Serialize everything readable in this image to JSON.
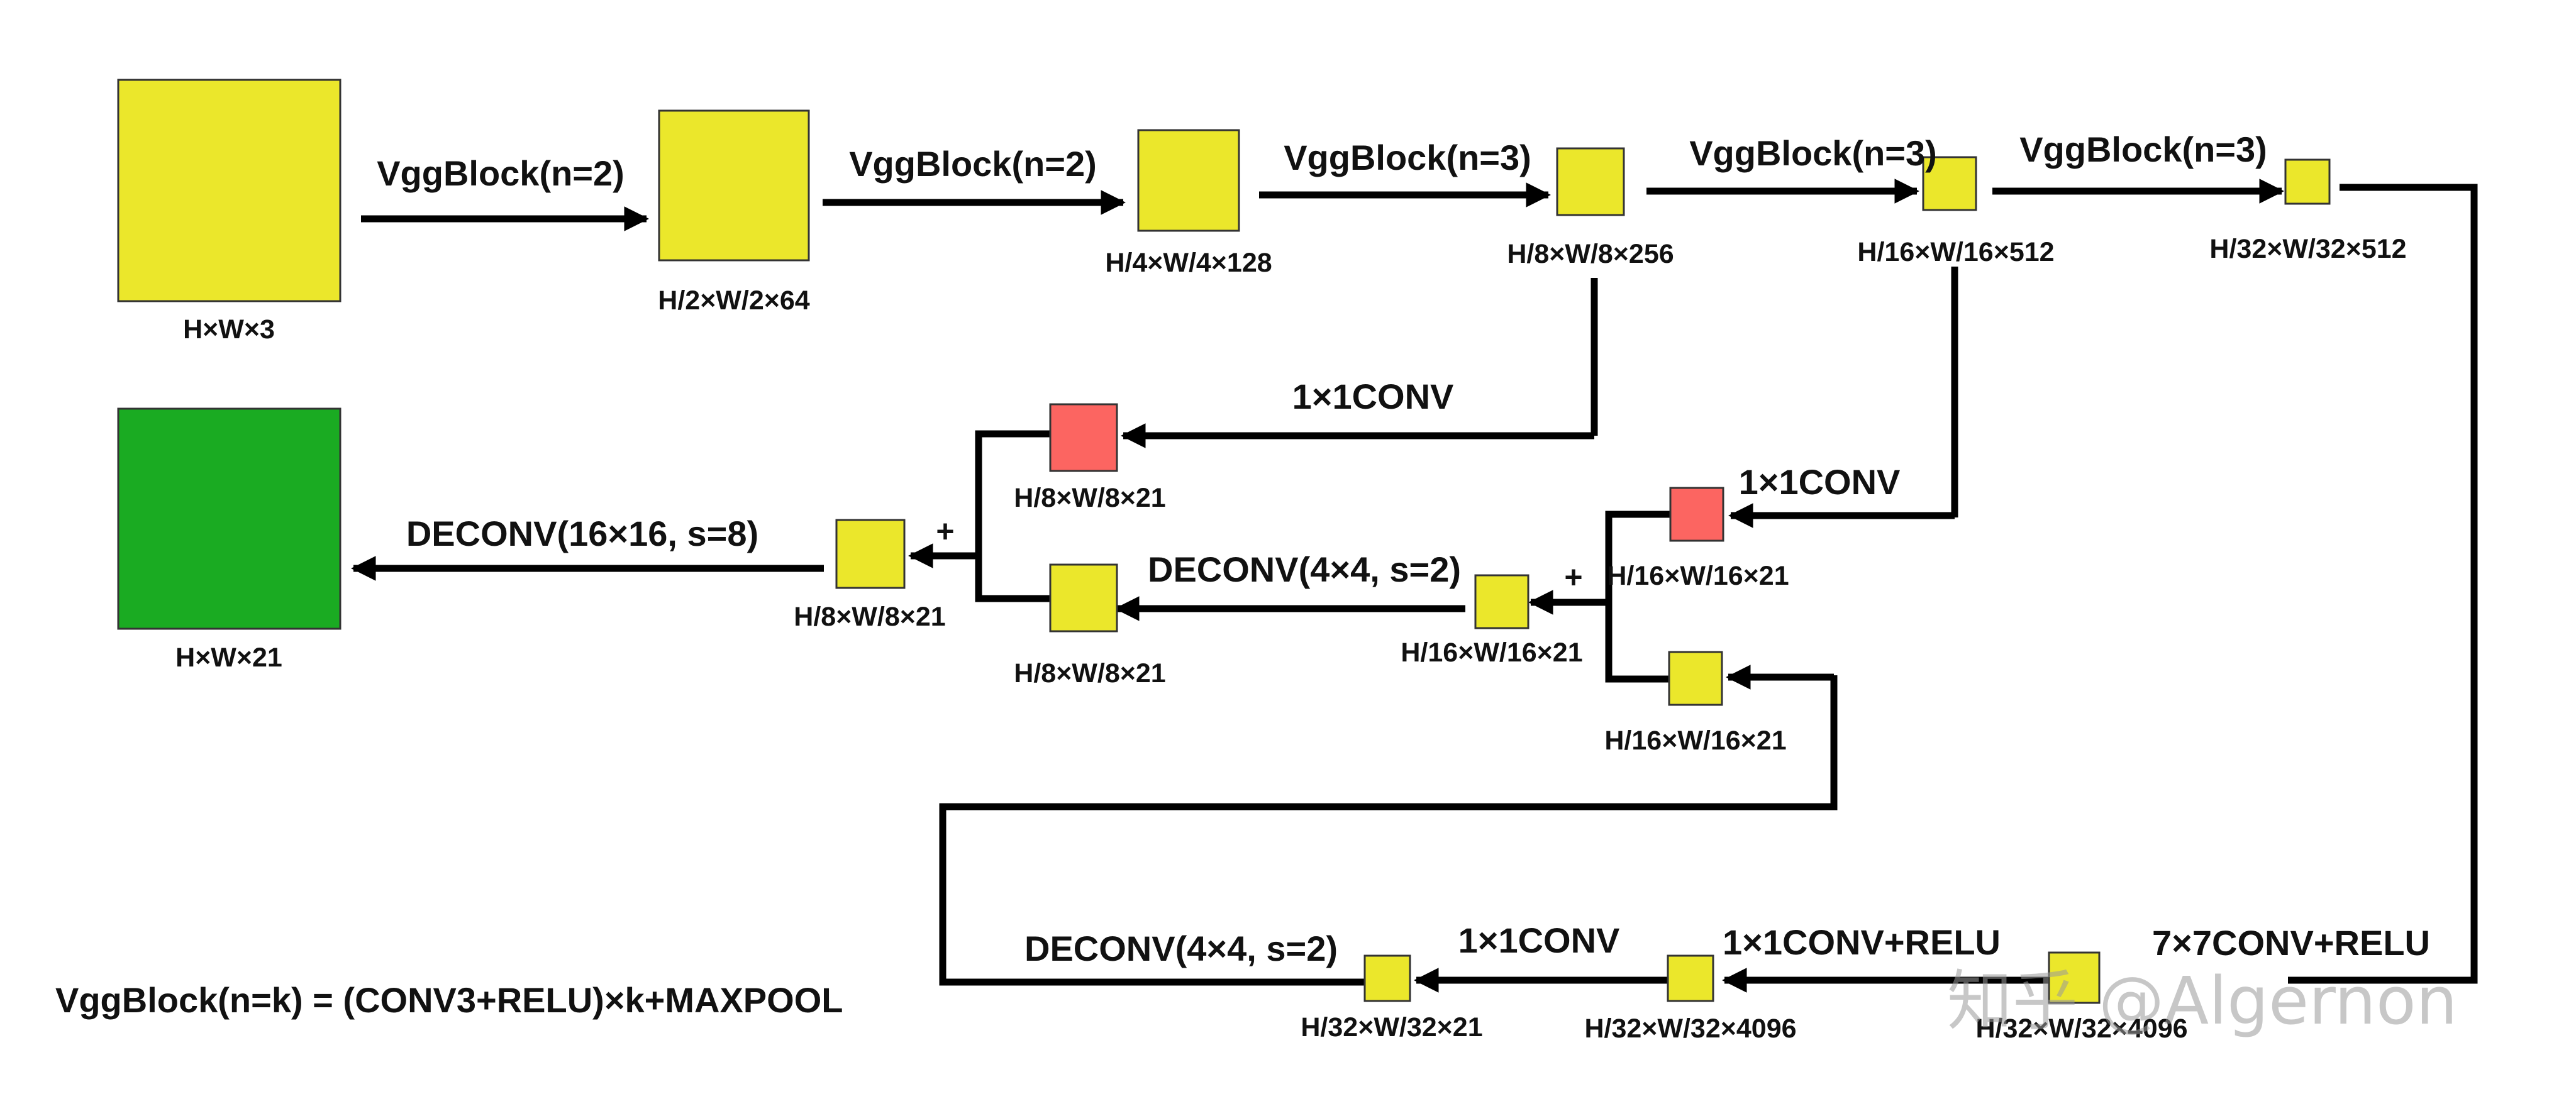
{
  "colors": {
    "feature_map": "#ebe72b",
    "score_map": "#fc6561",
    "output_map": "#1aab22",
    "line": "#000000"
  },
  "boxes": {
    "input": "H×W×3",
    "pool1": "H/2×W/2×64",
    "pool2": "H/4×W/4×128",
    "pool3": "H/8×W/8×256",
    "pool4": "H/16×W/16×512",
    "pool5": "H/32×W/32×512",
    "fc6": "H/32×W/32×4096",
    "fc7": "H/32×W/32×4096",
    "score_fr": "H/32×W/32×21",
    "up32": "H/16×W/16×21",
    "score_pool4": "H/16×W/16×21",
    "fuse16": "H/16×W/16×21",
    "up16": "H/8×W/8×21",
    "score_pool3": "H/8×W/8×21",
    "fuse8": "H/8×W/8×21",
    "output": "H×W×21"
  },
  "operations": {
    "vgg1": "VggBlock(n=2)",
    "vgg2": "VggBlock(n=2)",
    "vgg3": "VggBlock(n=3)",
    "vgg4": "VggBlock(n=3)",
    "vgg5": "VggBlock(n=3)",
    "conv7x7": "7×7CONV+RELU",
    "conv1x1_relu": "1×1CONV+RELU",
    "conv1x1_score": "1×1CONV",
    "deconv_a": "DECONV(4×4, s=2)",
    "conv1x1_pool4": "1×1CONV",
    "deconv_b": "DECONV(4×4, s=2)",
    "conv1x1_pool3": "1×1CONV",
    "deconv_final": "DECONV(16×16, s=8)",
    "plus_a": "+",
    "plus_b": "+"
  },
  "legend": "VggBlock(n=k) = (CONV3+RELU)×k+MAXPOOL",
  "watermark": "知乎 @Algernon"
}
